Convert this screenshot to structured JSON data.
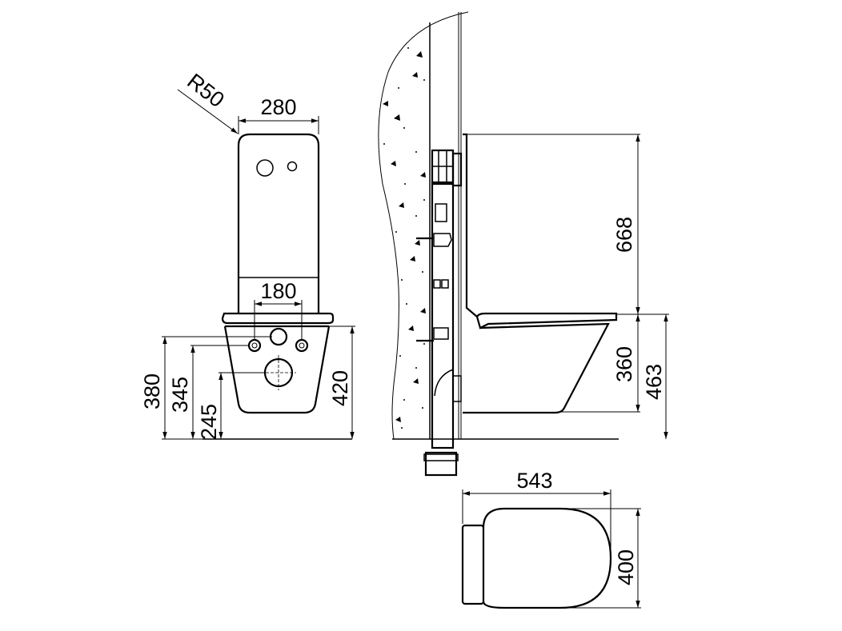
{
  "front_view": {
    "radius_label": "R50",
    "panel_width": "280",
    "fixing_spacing": "180",
    "dim_380": "380",
    "dim_345": "345",
    "dim_245": "245",
    "dim_420": "420"
  },
  "side_view": {
    "dim_668": "668",
    "dim_360": "360",
    "dim_463": "463"
  },
  "top_view": {
    "length": "543",
    "width": "400"
  },
  "colors": {
    "line": "#000000",
    "background": "#ffffff"
  }
}
